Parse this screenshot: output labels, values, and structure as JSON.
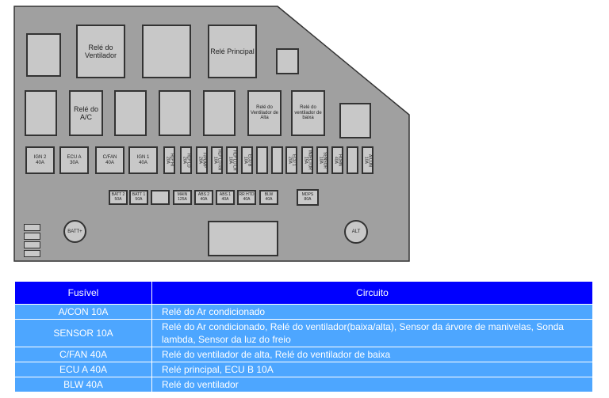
{
  "relays": {
    "ventilador": "Relé do Ventilador",
    "principal": "Relé Principal",
    "ac": "Relé do A/C",
    "alta": "Relé do Ventilador de Alta",
    "baixa": "Relé do ventilador de baixa"
  },
  "large_fuses": [
    {
      "name": "IGN 2",
      "amp": "40A"
    },
    {
      "name": "ECU A",
      "amp": "30A"
    },
    {
      "name": "C/FAN",
      "amp": "40A"
    },
    {
      "name": "IGN 1",
      "amp": "40A"
    }
  ],
  "mini_fuses": [
    {
      "name": "HLP HI",
      "amp": "20A"
    },
    {
      "name": "HLP LO",
      "amp": "20A"
    },
    {
      "name": "F/PUMP",
      "amp": "20A"
    },
    {
      "name": "HLP LO RH",
      "amp": "10A"
    },
    {
      "name": "HLP LO LH",
      "amp": "10A"
    },
    {
      "name": "ECU B",
      "amp": "10A"
    },
    {
      "name": "",
      "amp": ""
    },
    {
      "name": "",
      "amp": ""
    },
    {
      "name": "ECU 1",
      "amp": "20A"
    },
    {
      "name": "INJECTOR",
      "amp": "15A"
    },
    {
      "name": "SENSOR",
      "amp": "10A"
    },
    {
      "name": "HORN",
      "amp": "40A"
    },
    {
      "name": "",
      "amp": ""
    },
    {
      "name": "A/CON",
      "amp": "10A"
    }
  ],
  "bottom_fuses": [
    {
      "name": "BATT 2",
      "amp": "50A"
    },
    {
      "name": "BATT 1",
      "amp": "50A"
    },
    {
      "name": "",
      "amp": ""
    },
    {
      "name": "MAIN",
      "amp": "125A"
    },
    {
      "name": "ABS 2",
      "amp": "40A"
    },
    {
      "name": "ABS 1",
      "amp": "40A"
    },
    {
      "name": "RR HTD",
      "amp": "40A"
    },
    {
      "name": "BLW",
      "amp": "40A"
    }
  ],
  "mdps": {
    "name": "MDPS",
    "amp": "80A"
  },
  "terminals": {
    "batt": "BATT+",
    "alt": "ALT"
  },
  "table": {
    "headers": [
      "Fusível",
      "Circuito"
    ],
    "rows": [
      [
        "A/CON 10A",
        "Relé do Ar condicionado"
      ],
      [
        "SENSOR 10A",
        "Relé do Ar condicionado, Relé do ventilador(baixa/alta),  Sensor da árvore de manivelas, Sonda lambda, Sensor da luz do freio"
      ],
      [
        "C/FAN 40A",
        "Relé do ventilador de alta, Relé do ventilador de baixa"
      ],
      [
        "ECU A 40A",
        "Relé principal, ECU B 10A"
      ],
      [
        "BLW 40A",
        "Relé do ventilador"
      ]
    ]
  }
}
